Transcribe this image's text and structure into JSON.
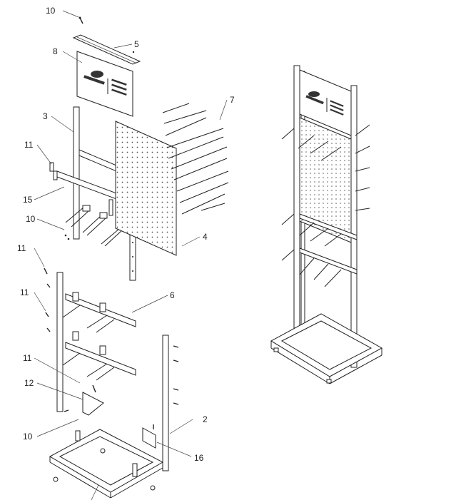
{
  "callouts": [
    {
      "id": "c10a",
      "text": "10"
    },
    {
      "id": "c5",
      "text": "5"
    },
    {
      "id": "c8",
      "text": "8"
    },
    {
      "id": "c3",
      "text": "3"
    },
    {
      "id": "c7",
      "text": "7"
    },
    {
      "id": "c11a",
      "text": "11"
    },
    {
      "id": "c15",
      "text": "15"
    },
    {
      "id": "c10b",
      "text": "10"
    },
    {
      "id": "c4",
      "text": "4"
    },
    {
      "id": "c11b",
      "text": "11"
    },
    {
      "id": "c11c",
      "text": "11"
    },
    {
      "id": "c6",
      "text": "6"
    },
    {
      "id": "c11d",
      "text": "11"
    },
    {
      "id": "c12",
      "text": "12"
    },
    {
      "id": "c2",
      "text": "2"
    },
    {
      "id": "c10c",
      "text": "10"
    },
    {
      "id": "c16",
      "text": "16"
    }
  ]
}
